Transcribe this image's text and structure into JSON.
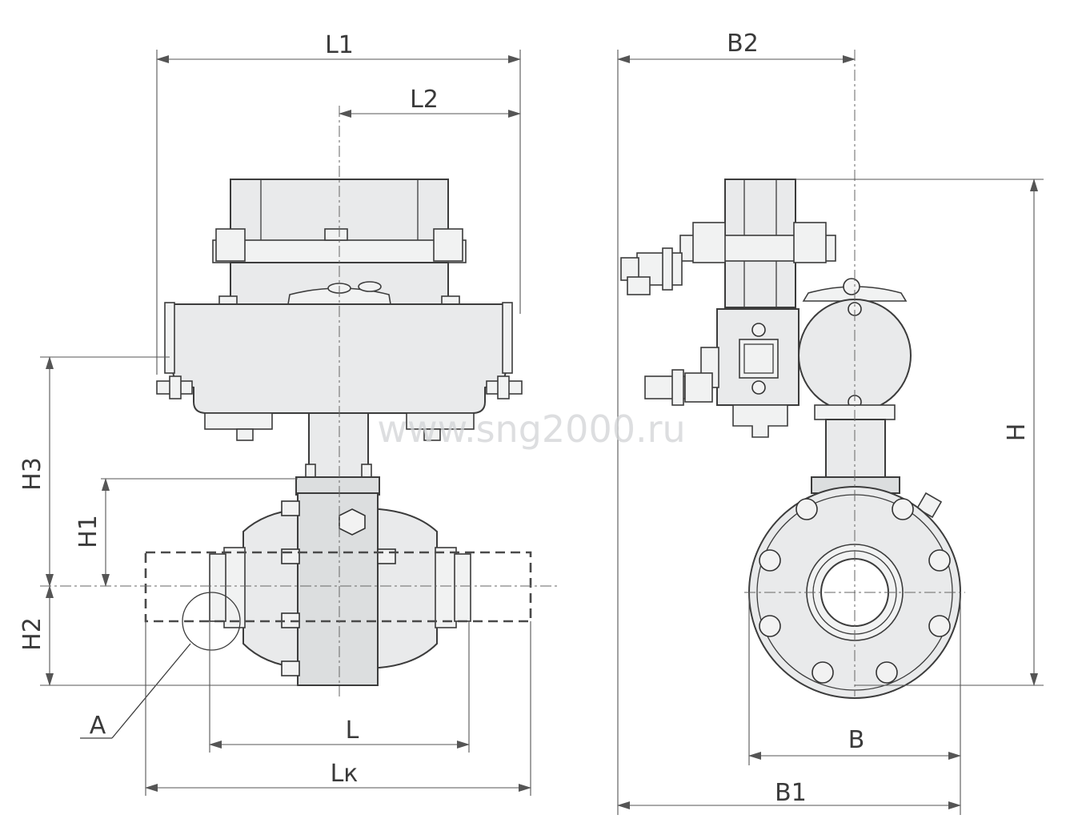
{
  "dimensions": {
    "L1": "L1",
    "L2": "L2",
    "H3": "H3",
    "H1": "H1",
    "H2": "H2",
    "L": "L",
    "Lk": "Lк",
    "A": "A",
    "B2": "B2",
    "H": "H",
    "B": "B",
    "B1": "B1"
  },
  "watermark": "www.sng2000.ru"
}
